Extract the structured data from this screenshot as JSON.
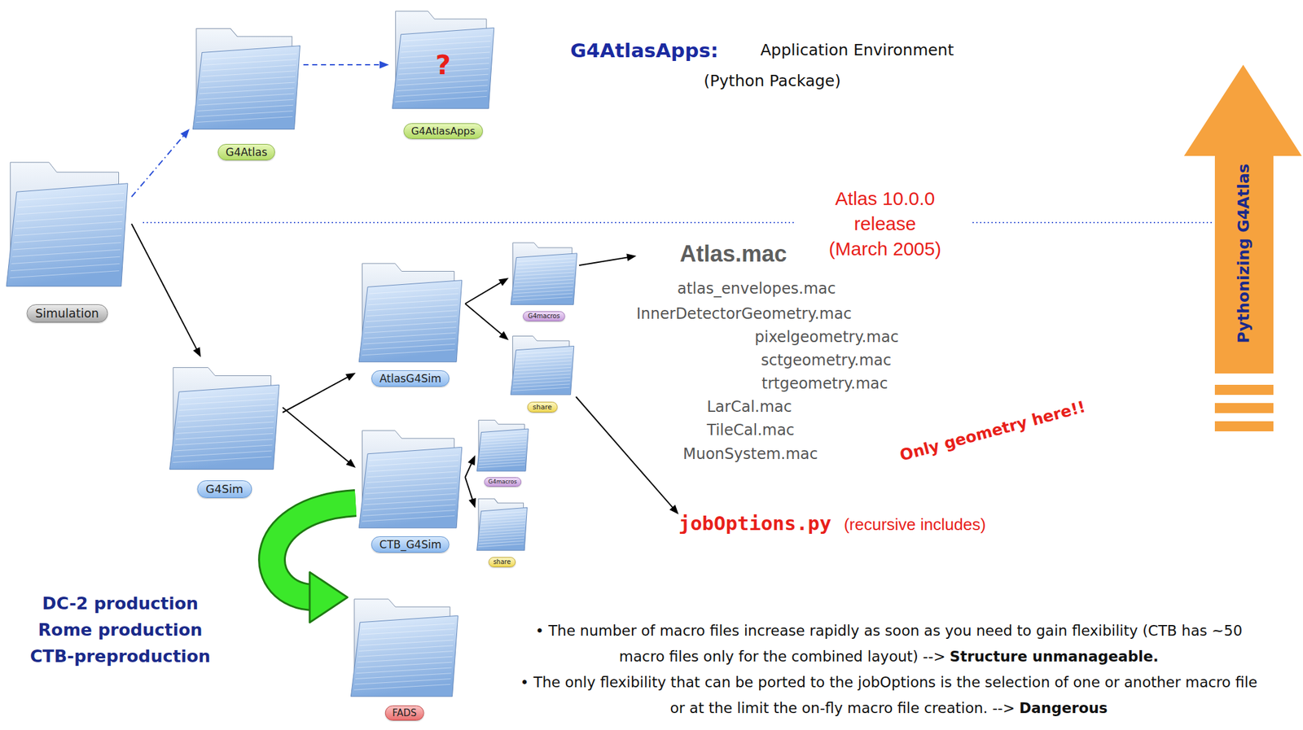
{
  "diagram": {
    "nodes": [
      {
        "text": [
          "Simulation"
        ]
      },
      {
        "text": [
          "G4Atlas"
        ]
      },
      {
        "text": [
          "?",
          "G4AtlasApps"
        ]
      },
      {
        "text": [
          "G4Sim"
        ]
      },
      {
        "text": [
          "AtlasG4Sim"
        ]
      },
      {
        "text": [
          "G4macros"
        ]
      },
      {
        "text": [
          "share"
        ]
      },
      {
        "text": [
          "CTB_G4Sim"
        ]
      },
      {
        "text": [
          "G4macros"
        ]
      },
      {
        "text": [
          "share"
        ]
      },
      {
        "text": [
          "FADS"
        ]
      },
      {
        "text": [
          "Atlas.mac",
          "atlas_envelopes.mac",
          "InnerDetectorGeometry.mac",
          "pixelgeometry.mac",
          "sctgeometry.mac",
          "trtgeometry.mac",
          "LarCal.mac",
          "TileCal.mac",
          "MuonSystem.mac"
        ]
      },
      {
        "text": [
          "jobOptions.py",
          "(recursive includes)"
        ]
      },
      {
        "text": [
          "Pythonizing G4Atlas"
        ]
      }
    ],
    "edges": [
      {
        "from": 0,
        "to": 1,
        "arrow": "to"
      },
      {
        "from": 1,
        "to": 2,
        "arrow": "to"
      },
      {
        "from": 0,
        "to": 3,
        "arrow": "to"
      },
      {
        "from": 3,
        "to": 4,
        "arrow": "to"
      },
      {
        "from": 3,
        "to": 7,
        "arrow": "to"
      },
      {
        "from": 4,
        "to": 5,
        "arrow": "to"
      },
      {
        "from": 4,
        "to": 6,
        "arrow": "to"
      },
      {
        "from": 7,
        "to": 8,
        "arrow": "to"
      },
      {
        "from": 7,
        "to": 9,
        "arrow": "to"
      },
      {
        "from": 5,
        "to": 11,
        "arrow": "to"
      },
      {
        "from": 6,
        "to": 12,
        "arrow": "to"
      },
      {
        "from": 7,
        "to": 10,
        "arrow": "to"
      }
    ],
    "labels": [
      "G4AtlasApps:",
      "Application Environment",
      "(Python Package)",
      "Atlas 10.0.0 release (March 2005)",
      "Only geometry here!!",
      "DC-2 production",
      "Rome production",
      "CTB-preproduction",
      "• The number of macro files increase rapidly as soon as you need to gain flexibility (CTB has ~50 macro files only for the combined layout) -->",
      "Structure unmanageable.",
      "• The only flexibility that can be ported to the jobOptions is the selection of one or another macro file or at the limit the on-fly macro file creation. -->",
      "Dangerous"
    ]
  }
}
